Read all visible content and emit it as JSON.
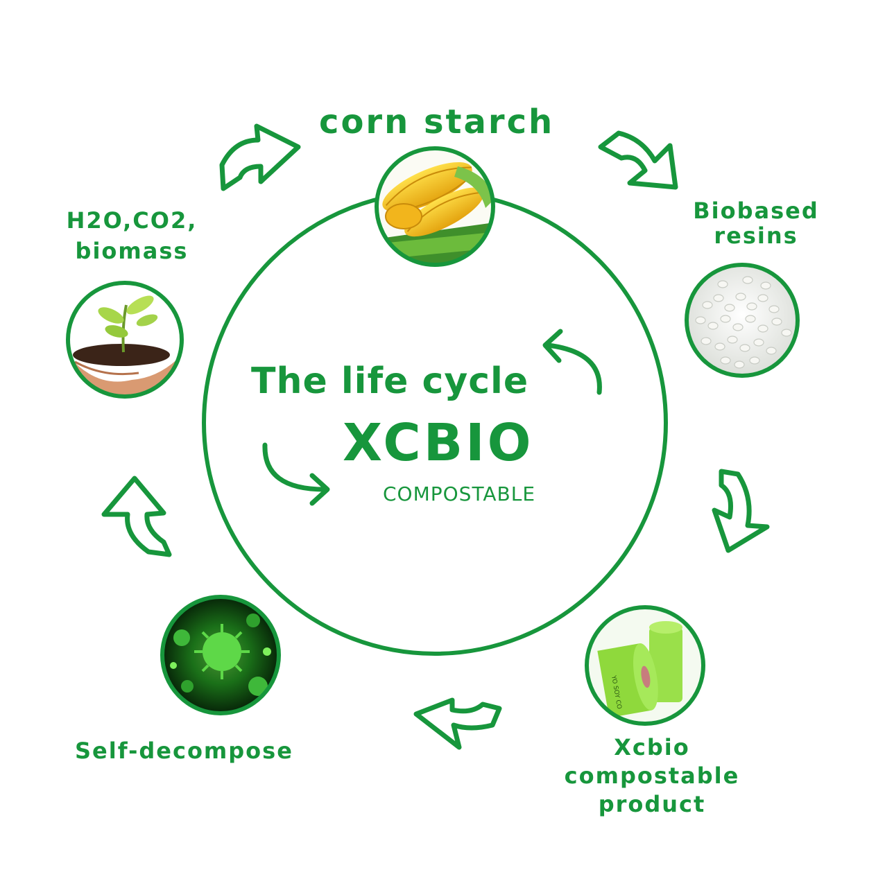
{
  "diagram": {
    "center": {
      "title": "The life cycle",
      "brand": "XCBIO",
      "subtitle": "COMPOSTABLE"
    },
    "stages": [
      {
        "label": "corn starch",
        "icon": "corn-image"
      },
      {
        "label": "Biobased resins",
        "icon": "resin-pellets-image"
      },
      {
        "label": "Xcbio compostable product",
        "icon": "compostable-bag-rolls-image"
      },
      {
        "label": "Self-decompose",
        "icon": "microbes-image"
      },
      {
        "label": "H2O,CO2, biomass",
        "icon": "seedling-in-hands-image"
      }
    ],
    "colors": {
      "accent": "#17963c",
      "accent_light": "#5ed848",
      "background": "#ffffff"
    }
  }
}
